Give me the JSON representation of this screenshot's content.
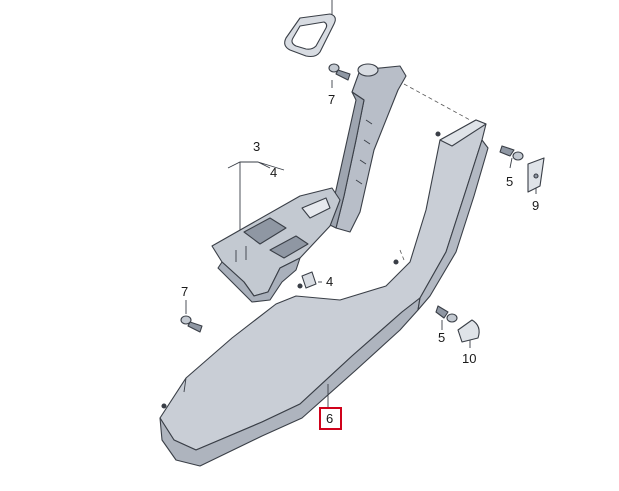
{
  "callouts": [
    {
      "id": "c1",
      "text": "3"
    },
    {
      "id": "c2",
      "text": "4"
    },
    {
      "id": "c3",
      "text": "4"
    },
    {
      "id": "c4",
      "text": "5"
    },
    {
      "id": "c5",
      "text": "5"
    },
    {
      "id": "c6",
      "text": "6"
    },
    {
      "id": "c7",
      "text": "7"
    },
    {
      "id": "c8",
      "text": "7"
    },
    {
      "id": "c9",
      "text": "9"
    },
    {
      "id": "c10",
      "text": "10"
    }
  ],
  "colors": {
    "panel_fill": "#c9ced6",
    "panel_shade": "#aeb4be",
    "bracket_fill": "#b8bec8",
    "line": "#3a3f47",
    "highlight_box": "#d0021b"
  }
}
